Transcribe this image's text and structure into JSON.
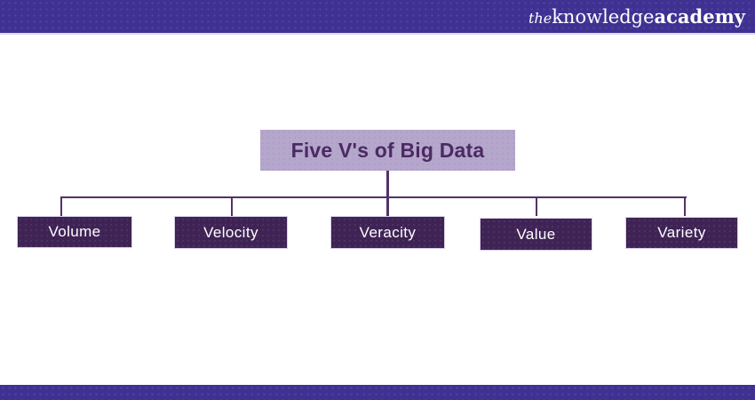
{
  "header": {
    "logo": {
      "the": "the",
      "knowledge": "knowledge",
      "academy": "academy"
    }
  },
  "diagram": {
    "title": "Five V's of Big Data",
    "nodes": [
      {
        "label": "Volume"
      },
      {
        "label": "Velocity"
      },
      {
        "label": "Veracity"
      },
      {
        "label": "Value"
      },
      {
        "label": "Variety"
      }
    ]
  },
  "colors": {
    "canvas_bg": "#FFFFFF",
    "header_bg": "#3E3192",
    "footer_bg": "#3E3192",
    "logo_text": "#FFFFFF",
    "title_box_bg": "#B5A6CC",
    "title_text": "#4B2A63",
    "node_bg": "#3F2355",
    "node_text": "#FFFFFF",
    "node_border": "#D9CFE6",
    "connector": "#533266"
  }
}
